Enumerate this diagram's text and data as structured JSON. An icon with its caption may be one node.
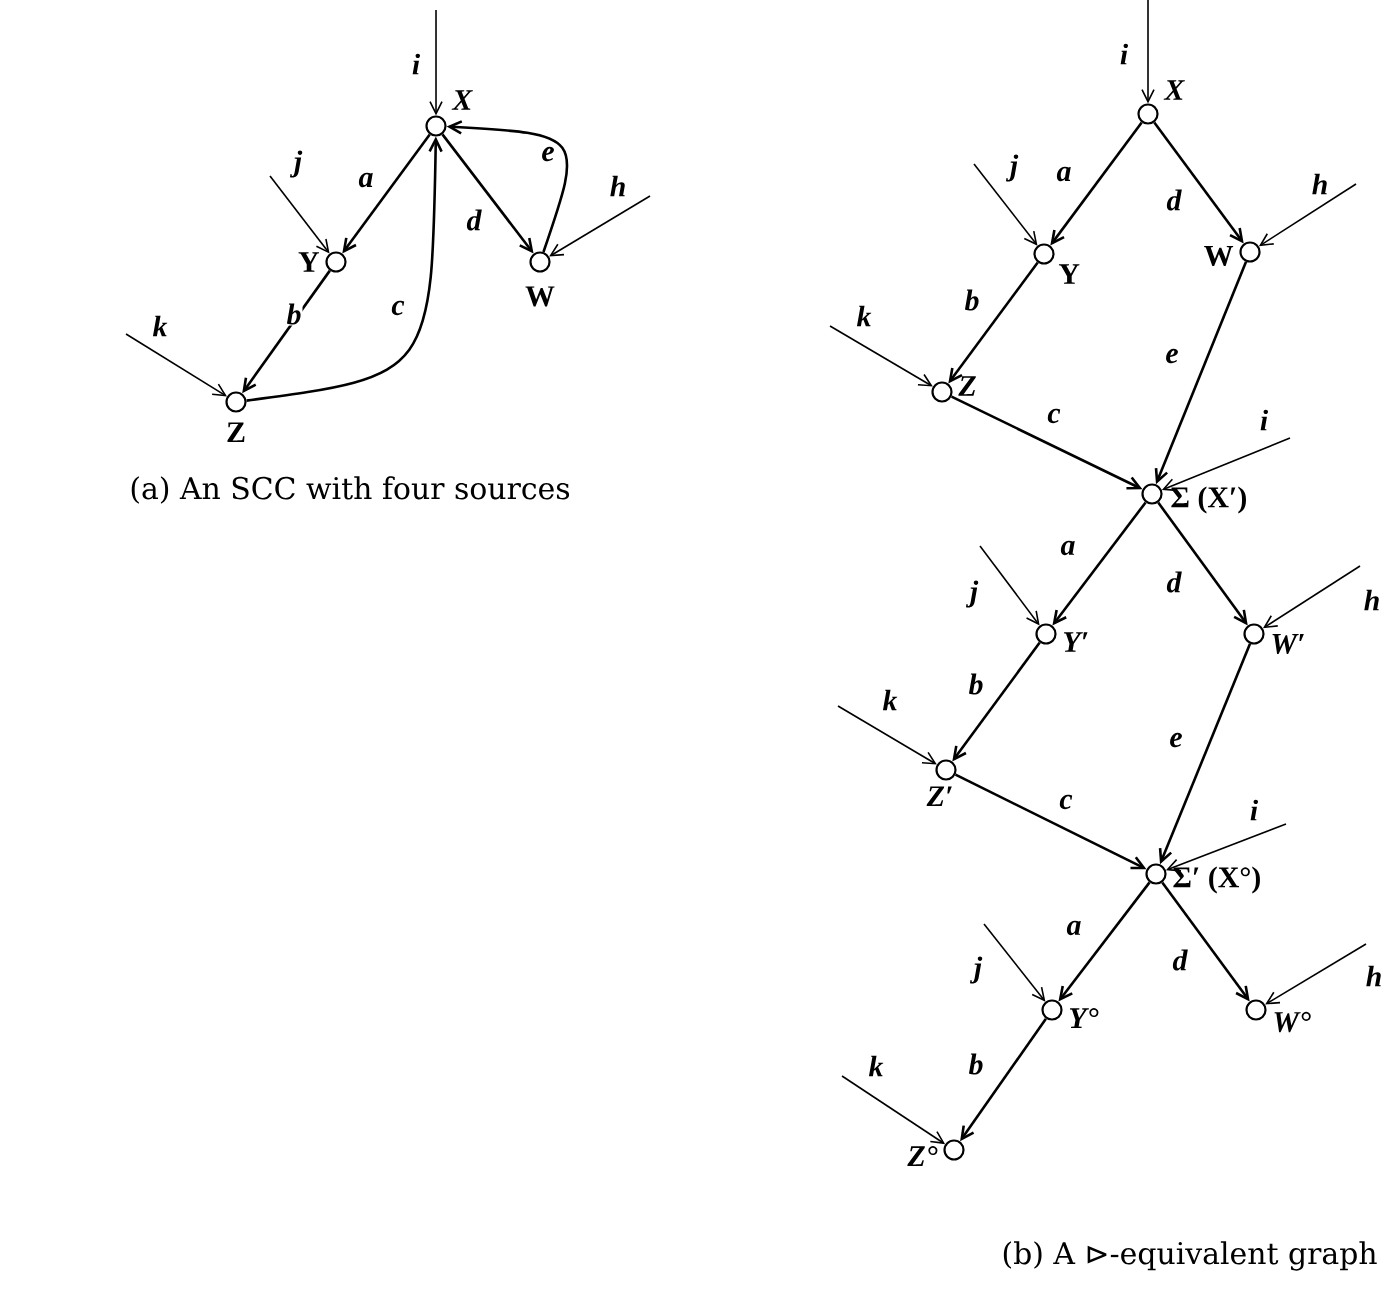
{
  "diagram": {
    "nodes": [
      {
        "text": [],
        "shape": "circle",
        "beside": [
          "X"
        ]
      },
      {
        "text": [],
        "shape": "circle",
        "beside": [
          "Y"
        ]
      },
      {
        "text": [],
        "shape": "circle",
        "beside": [
          "W"
        ]
      },
      {
        "text": [],
        "shape": "circle",
        "beside": [
          "Z"
        ]
      },
      {
        "text": [],
        "shape": "circle",
        "beside": [
          "X"
        ]
      },
      {
        "text": [],
        "shape": "circle",
        "beside": [
          "Y"
        ]
      },
      {
        "text": [],
        "shape": "circle",
        "beside": [
          "W"
        ]
      },
      {
        "text": [],
        "shape": "circle",
        "beside": [
          "Z"
        ]
      },
      {
        "text": [],
        "shape": "circle",
        "beside": [
          "Σ (X′)"
        ]
      },
      {
        "text": [],
        "shape": "circle",
        "beside": [
          "Y′"
        ]
      },
      {
        "text": [],
        "shape": "circle",
        "beside": [
          "W′"
        ]
      },
      {
        "text": [],
        "shape": "circle",
        "beside": [
          "Z′"
        ]
      },
      {
        "text": [],
        "shape": "circle",
        "beside": [
          "Σ′ (X°)"
        ]
      },
      {
        "text": [],
        "shape": "circle",
        "beside": [
          "Y°"
        ]
      },
      {
        "text": [],
        "shape": "circle",
        "beside": [
          "W°"
        ]
      },
      {
        "text": [],
        "shape": "circle",
        "beside": [
          "Z°"
        ]
      }
    ],
    "edges": [
      {
        "from": null,
        "to": 0,
        "arrow": "to",
        "label": "i"
      },
      {
        "from": 0,
        "to": 1,
        "arrow": "to",
        "label": "a"
      },
      {
        "from": null,
        "to": 1,
        "arrow": "to",
        "label": "j"
      },
      {
        "from": 1,
        "to": 3,
        "arrow": "to",
        "label": "b"
      },
      {
        "from": null,
        "to": 3,
        "arrow": "to",
        "label": "k"
      },
      {
        "from": 3,
        "to": 0,
        "arrow": "to",
        "label": "c"
      },
      {
        "from": 0,
        "to": 2,
        "arrow": "to",
        "label": "d"
      },
      {
        "from": null,
        "to": 2,
        "arrow": "to",
        "label": "h"
      },
      {
        "from": 2,
        "to": 0,
        "arrow": "to",
        "label": "e"
      },
      {
        "from": null,
        "to": 4,
        "arrow": "to",
        "label": "i"
      },
      {
        "from": 4,
        "to": 5,
        "arrow": "to",
        "label": "a"
      },
      {
        "from": null,
        "to": 5,
        "arrow": "to",
        "label": "j"
      },
      {
        "from": 4,
        "to": 6,
        "arrow": "to",
        "label": "d"
      },
      {
        "from": null,
        "to": 6,
        "arrow": "to",
        "label": "h"
      },
      {
        "from": 5,
        "to": 7,
        "arrow": "to",
        "label": "b"
      },
      {
        "from": null,
        "to": 7,
        "arrow": "to",
        "label": "k"
      },
      {
        "from": 7,
        "to": 8,
        "arrow": "to",
        "label": "c"
      },
      {
        "from": 6,
        "to": 8,
        "arrow": "to",
        "label": "e"
      },
      {
        "from": null,
        "to": 8,
        "arrow": "to",
        "label": "i"
      },
      {
        "from": 8,
        "to": 9,
        "arrow": "to",
        "label": "a"
      },
      {
        "from": null,
        "to": 9,
        "arrow": "to",
        "label": "j"
      },
      {
        "from": 8,
        "to": 10,
        "arrow": "to",
        "label": "d"
      },
      {
        "from": null,
        "to": 10,
        "arrow": "to",
        "label": "h"
      },
      {
        "from": 9,
        "to": 11,
        "arrow": "to",
        "label": "b"
      },
      {
        "from": null,
        "to": 11,
        "arrow": "to",
        "label": "k"
      },
      {
        "from": 11,
        "to": 12,
        "arrow": "to",
        "label": "c"
      },
      {
        "from": 10,
        "to": 12,
        "arrow": "to",
        "label": "e"
      },
      {
        "from": null,
        "to": 12,
        "arrow": "to",
        "label": "i"
      },
      {
        "from": 12,
        "to": 13,
        "arrow": "to",
        "label": "a"
      },
      {
        "from": null,
        "to": 13,
        "arrow": "to",
        "label": "j"
      },
      {
        "from": 12,
        "to": 14,
        "arrow": "to",
        "label": "d"
      },
      {
        "from": null,
        "to": 14,
        "arrow": "to",
        "label": "h"
      },
      {
        "from": 13,
        "to": 15,
        "arrow": "to",
        "label": "b"
      },
      {
        "from": null,
        "to": 15,
        "arrow": "to",
        "label": "k"
      }
    ],
    "labels": [
      "(a) An SCC with four sources",
      "(b) A ⊳-equivalent graph"
    ]
  }
}
